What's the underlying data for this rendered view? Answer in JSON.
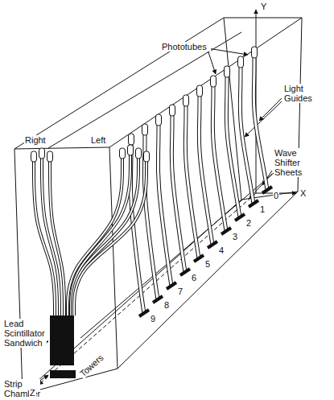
{
  "diagram": {
    "labels": [
      "Y",
      "Phototubes",
      "Light Guides",
      "Wave Shifter Sheets",
      "X",
      "0",
      "1",
      "2",
      "3",
      "4",
      "5",
      "6",
      "7",
      "8",
      "9",
      "Right",
      "Left",
      "Lead Scintillator Sandwich",
      "Strip Chamber",
      "Z",
      "Towers"
    ]
  }
}
